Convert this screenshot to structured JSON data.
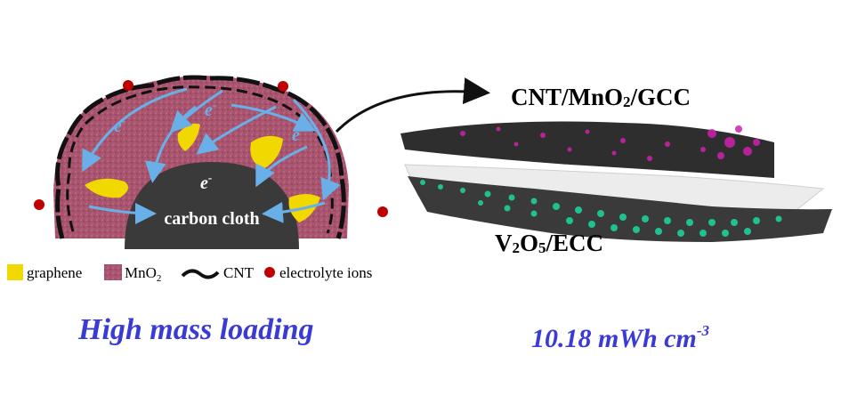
{
  "schematic": {
    "core_label": "carbon cloth",
    "electron_label": "e",
    "electron_superscript": "-"
  },
  "legend": {
    "graphene": "graphene",
    "mno2": "MnO",
    "mno2_sub": "2",
    "cnt": "CNT",
    "ions": "electrolyte ions"
  },
  "device": {
    "top_layer_main": "CNT/MnO",
    "top_layer_sub": "2",
    "top_layer_rest": "/GCC",
    "bottom_layer_v": "V",
    "bottom_layer_sub1": "2",
    "bottom_layer_o": "O",
    "bottom_layer_sub2": "5",
    "bottom_layer_rest": "/ECC"
  },
  "captions": {
    "left": "High mass loading",
    "right_value": "10.18 mWh cm",
    "right_exponent": "-3"
  },
  "colors": {
    "mno2": "#a8546e",
    "graphene": "#f1d800",
    "core": "#3a3a3a",
    "arrow": "#6ab0e8",
    "ion": "#c00000",
    "caption": "#3a3ad6",
    "magenta_particles": "#d020b0",
    "green_particles": "#20c090"
  }
}
